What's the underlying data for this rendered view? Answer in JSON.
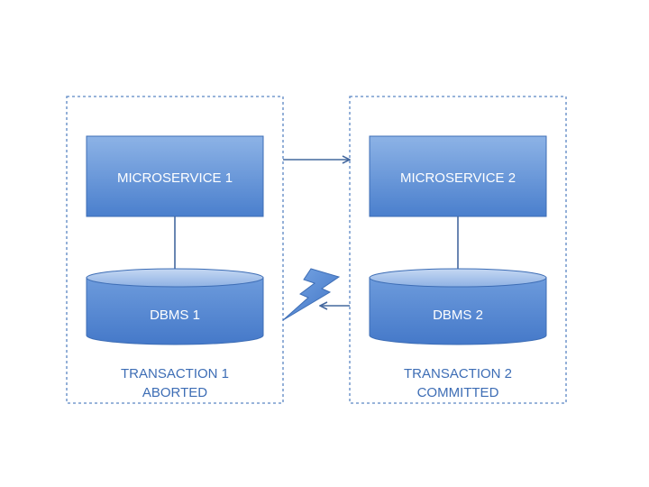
{
  "colors": {
    "box_fill_top": "#8db3e6",
    "box_fill_bottom": "#4a7fcd",
    "box_stroke": "#3d6db5",
    "boundary": "#5b86c4",
    "connector": "#44689e",
    "caption": "#3d6db5",
    "lightning_fill": "#5b8fd6"
  },
  "left": {
    "service_label": "MICROSERVICE 1",
    "db_label": "DBMS 1",
    "caption_line1": "TRANSACTION 1",
    "caption_line2": "ABORTED"
  },
  "right": {
    "service_label": "MICROSERVICE 2",
    "db_label": "DBMS 2",
    "caption_line1": "TRANSACTION 2",
    "caption_line2": "COMMITTED"
  },
  "icons": {
    "failure": "lightning-bolt-icon"
  }
}
